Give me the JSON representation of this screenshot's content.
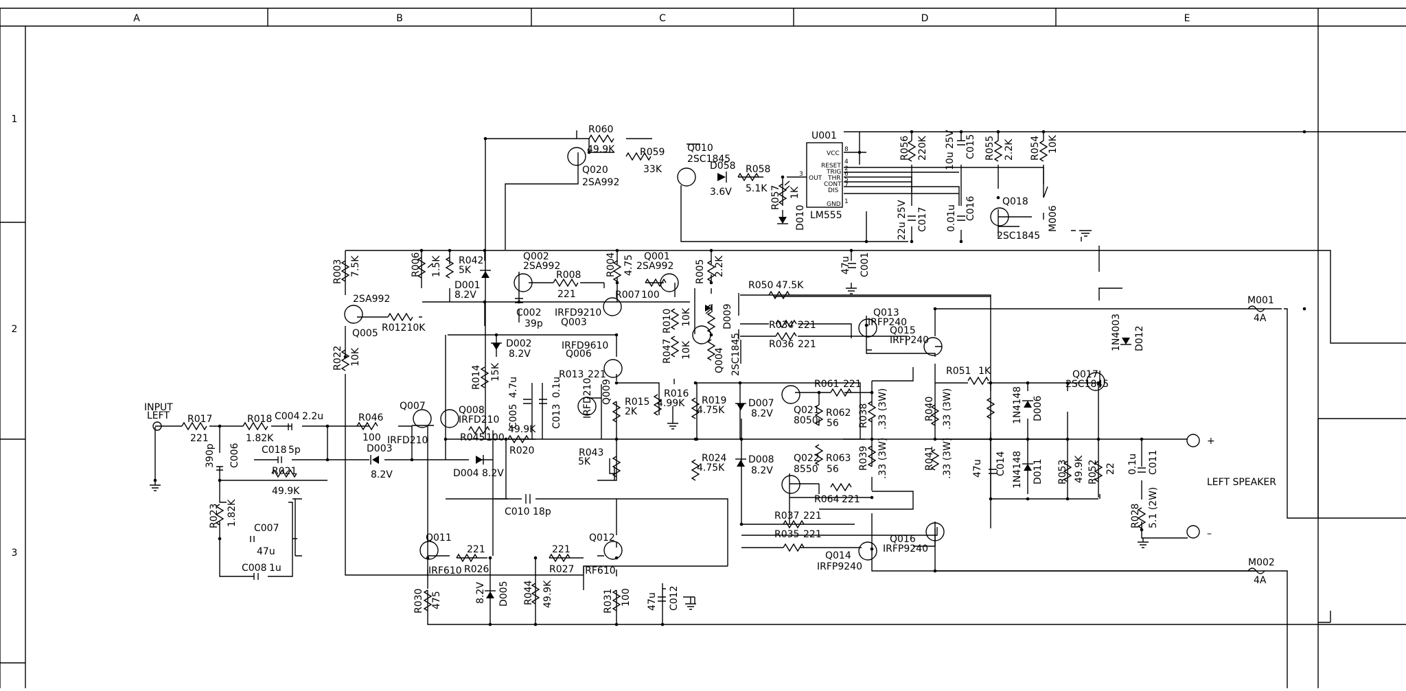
{
  "border": {
    "columns": [
      "A",
      "B",
      "C",
      "D",
      "E"
    ],
    "rows": [
      "1",
      "2",
      "3"
    ]
  },
  "input": {
    "line1": "INPUT",
    "line2": "LEFT"
  },
  "output": {
    "label": "LEFT SPEAKER",
    "plus": "+",
    "minus": "–"
  },
  "ic": {
    "ref": "U001",
    "part": "LM555",
    "pins": {
      "vcc": "VCC",
      "reset": "RESET",
      "trig": "TRIG",
      "thr": "THR",
      "cont": "CONT",
      "dis": "DIS",
      "gnd": "GND",
      "out": "OUT"
    },
    "pin_numbers": {
      "p8": "8",
      "p4": "4",
      "p2": "2",
      "p6": "6",
      "p5": "5",
      "p7": "7",
      "p1": "1",
      "p3": "3"
    }
  },
  "parts": {
    "R060": {
      "ref": "R060",
      "value": "49.9K"
    },
    "R059": {
      "ref": "R059",
      "value": "33K"
    },
    "Q020": {
      "ref": "Q020",
      "type": "2SA992"
    },
    "Q010": {
      "ref": "Q010",
      "type": "2SC1845"
    },
    "D058": {
      "ref": "D058",
      "value": "3.6V"
    },
    "R058": {
      "ref": "R058",
      "value": "5.1K"
    },
    "R057": {
      "ref": "R057",
      "value": "1K"
    },
    "D010": {
      "ref": "D010"
    },
    "R056": {
      "ref": "R056",
      "value": "220K"
    },
    "C015": {
      "ref": "C015",
      "value": "10u 25V"
    },
    "R055": {
      "ref": "R055",
      "value": "2.2K"
    },
    "R054": {
      "ref": "R054",
      "value": "10K"
    },
    "C017": {
      "ref": "C017",
      "value": "22u 25V"
    },
    "C016": {
      "ref": "C016",
      "value": "0.01u"
    },
    "Q018": {
      "ref": "Q018",
      "type": "2SC1845"
    },
    "M006": {
      "ref": "M006"
    },
    "R003": {
      "ref": "R003",
      "value": "7.5K"
    },
    "R006": {
      "ref": "R006",
      "value": "1.5K"
    },
    "R042": {
      "ref": "R042",
      "value": "5K"
    },
    "D001": {
      "ref": "D001",
      "value": "8.2V"
    },
    "Q002": {
      "ref": "Q002",
      "type": "2SA992"
    },
    "R008": {
      "ref": "R008",
      "value": "221"
    },
    "R004": {
      "ref": "R004",
      "value": "4.75"
    },
    "Q001": {
      "ref": "Q001",
      "type": "2SA992"
    },
    "R007": {
      "ref": "R007",
      "value": "100"
    },
    "R005": {
      "ref": "R005",
      "value": "2.2K"
    },
    "C001": {
      "ref": "C001",
      "value": "47u"
    },
    "D009": {
      "ref": "D009"
    },
    "Q005": {
      "ref": "Q005",
      "type": "2SA992"
    },
    "R012": {
      "ref": "R012",
      "value": "10K",
      "printed": "R01210K"
    },
    "C002": {
      "ref": "C002",
      "value": "39p"
    },
    "Q003": {
      "ref": "Q003",
      "type": "IRFD9210"
    },
    "R010": {
      "ref": "R010",
      "value": "10K"
    },
    "R047": {
      "ref": "R047",
      "value": "10K"
    },
    "Q004": {
      "ref": "Q004",
      "type": "2SC1845"
    },
    "R050": {
      "ref": "R050",
      "value": "47.5K"
    },
    "Q013": {
      "ref": "Q013",
      "type": "IRFP240"
    },
    "Q015": {
      "ref": "Q015",
      "type": "IRFP240"
    },
    "R034": {
      "ref": "R034",
      "value": "221"
    },
    "R036": {
      "ref": "R036",
      "value": "221"
    },
    "M001": {
      "ref": "M001",
      "value": "4A"
    },
    "D012": {
      "ref": "D012",
      "type": "1N4003"
    },
    "R022": {
      "ref": "R022",
      "value": "10K"
    },
    "D002": {
      "ref": "D002",
      "value": "8.2V"
    },
    "Q006": {
      "ref": "Q006",
      "type": "IRFD9610"
    },
    "R014": {
      "ref": "R014",
      "value": "15K"
    },
    "R013": {
      "ref": "R013",
      "value": "221"
    },
    "Q017": {
      "ref": "Q017",
      "type": "2SC1845"
    },
    "R051": {
      "ref": "R051",
      "value": "1K"
    },
    "R017": {
      "ref": "R017",
      "value": "221"
    },
    "R018": {
      "ref": "R018",
      "value": "1.82K"
    },
    "C004": {
      "ref": "C004",
      "value": "2.2u"
    },
    "R046": {
      "ref": "R046",
      "value": "100"
    },
    "Q007": {
      "ref": "Q007",
      "type": "IRFD210"
    },
    "Q008": {
      "ref": "Q008",
      "type": "IRFD210"
    },
    "C005": {
      "ref": "C005",
      "value": "4.7u"
    },
    "C013": {
      "ref": "C013",
      "value": "0.1u"
    },
    "Q009": {
      "ref": "Q009",
      "type": "IRFD210"
    },
    "R015": {
      "ref": "R015",
      "value": "2K"
    },
    "R016": {
      "ref": "R016",
      "value": "4.99K"
    },
    "R019": {
      "ref": "R019",
      "value": "4.75K"
    },
    "D007": {
      "ref": "D007",
      "value": "8.2V"
    },
    "Q021": {
      "ref": "Q021",
      "type": "8050"
    },
    "R061": {
      "ref": "R061",
      "value": "221"
    },
    "R062": {
      "ref": "R062",
      "value": "56"
    },
    "R038": {
      "ref": "R038",
      "value": ".33 (3W)"
    },
    "R040": {
      "ref": "R040",
      "value": ".33 (3W)"
    },
    "D006": {
      "ref": "D006",
      "type": "1N4148"
    },
    "R045": {
      "ref": "R045",
      "value": "100"
    },
    "R020": {
      "ref": "R020",
      "value": "49.9K"
    },
    "C006": {
      "ref": "C006",
      "value": "390p"
    },
    "C018": {
      "ref": "C018",
      "value": "5p"
    },
    "R021": {
      "ref": "R021",
      "value": "49.9K"
    },
    "D003": {
      "ref": "D003",
      "value": "8.2V"
    },
    "D004": {
      "ref": "D004",
      "value": "8.2V"
    },
    "R043": {
      "ref": "R043",
      "value": "5K"
    },
    "R024": {
      "ref": "R024",
      "value": "4.75K"
    },
    "D008": {
      "ref": "D008",
      "value": "8.2V"
    },
    "Q022": {
      "ref": "Q022",
      "type": "8550"
    },
    "R063": {
      "ref": "R063",
      "value": "56"
    },
    "R039": {
      "ref": "R039",
      "value": ".33 (3W)"
    },
    "R041": {
      "ref": "R041",
      "value": ".33 (3W)"
    },
    "C014": {
      "ref": "C014",
      "value": "47u"
    },
    "D011": {
      "ref": "D011",
      "type": "1N4148"
    },
    "R053": {
      "ref": "R053",
      "value": "49.9K"
    },
    "R052": {
      "ref": "R052",
      "value": "22"
    },
    "C011": {
      "ref": "C011",
      "value": "0.1u"
    },
    "R028": {
      "ref": "R028",
      "value": "5.1 (2W)"
    },
    "R023": {
      "ref": "R023",
      "value": "1.82K"
    },
    "C007": {
      "ref": "C007",
      "value": "47u"
    },
    "C008": {
      "ref": "C008",
      "value": "1u"
    },
    "C010": {
      "ref": "C010",
      "value": "18p"
    },
    "R064": {
      "ref": "R064",
      "value": "221"
    },
    "R037": {
      "ref": "R037",
      "value": "221"
    },
    "R035": {
      "ref": "R035",
      "value": "221"
    },
    "Q016": {
      "ref": "Q016",
      "type": "IRFP9240"
    },
    "Q014": {
      "ref": "Q014",
      "type": "IRFP9240"
    },
    "Q011": {
      "ref": "Q011",
      "type": "IRF610"
    },
    "R026": {
      "ref": "R026",
      "value": "221"
    },
    "R027": {
      "ref": "R027",
      "value": "221"
    },
    "Q012": {
      "ref": "Q012",
      "type": "IRF610"
    },
    "M002": {
      "ref": "M002",
      "value": "4A"
    },
    "R030": {
      "ref": "R030",
      "value": "475"
    },
    "D005": {
      "ref": "D005",
      "value": "8.2V"
    },
    "R044": {
      "ref": "R044",
      "value": "49.9K"
    },
    "R031": {
      "ref": "R031",
      "value": "100"
    },
    "C012": {
      "ref": "C012",
      "value": "47u"
    }
  }
}
